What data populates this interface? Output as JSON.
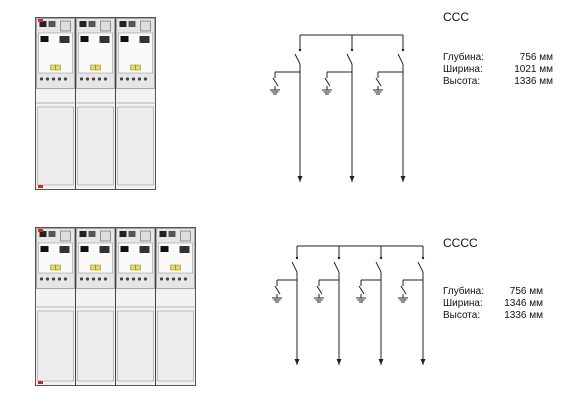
{
  "configs": [
    {
      "name": "CCC",
      "panels": 3,
      "specs": [
        {
          "label": "Глубина:",
          "value": "756 мм"
        },
        {
          "label": "Ширина:",
          "value": "1021 мм"
        },
        {
          "label": "Высота:",
          "value": "1336 мм"
        }
      ]
    },
    {
      "name": "CCCC",
      "panels": 4,
      "specs": [
        {
          "label": "Глубина:",
          "value": "756 мм"
        },
        {
          "label": "Ширина:",
          "value": "1346 мм"
        },
        {
          "label": "Высота:",
          "value": "1336 мм"
        }
      ]
    }
  ]
}
